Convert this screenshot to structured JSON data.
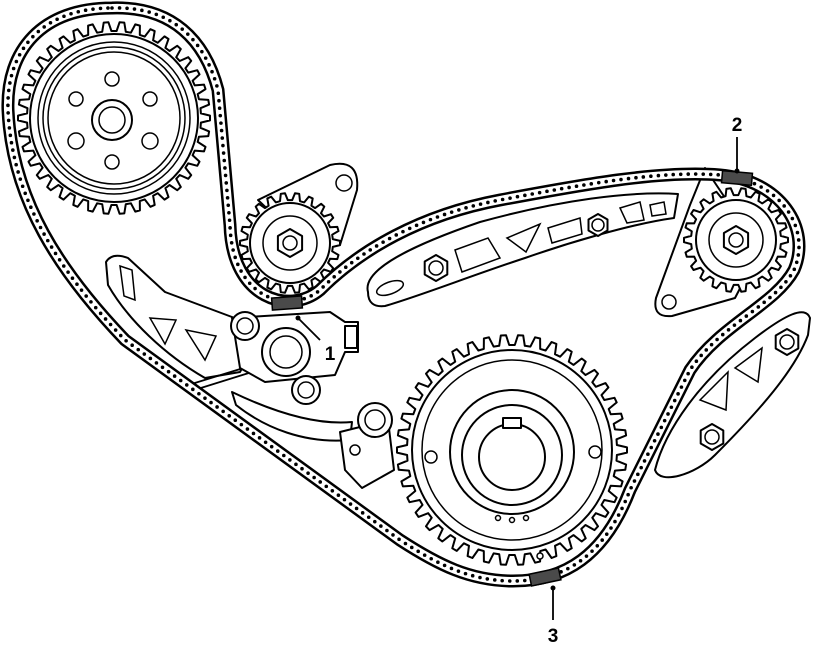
{
  "colors": {
    "line": "#000000",
    "background": "#ffffff",
    "marked_link": "#4a4a4a"
  },
  "callouts": [
    {
      "label": "1"
    },
    {
      "label": "2"
    },
    {
      "label": "3"
    }
  ]
}
